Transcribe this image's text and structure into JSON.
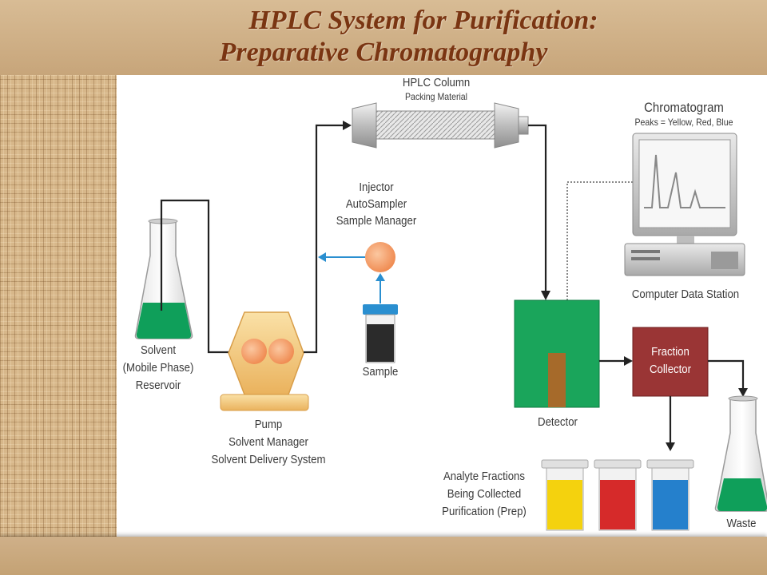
{
  "title": {
    "line1": "HPLC System for Purification:",
    "line2": "Preparative Chromatography"
  },
  "labels": {
    "column_title": "HPLC Column",
    "column_sub": "Packing Material",
    "chromatogram_title": "Chromatogram",
    "chromatogram_sub": "Peaks = Yellow, Red, Blue",
    "injector_line1": "Injector",
    "injector_line2": "AutoSampler",
    "injector_line3": "Sample Manager",
    "solvent_line1": "Solvent",
    "solvent_line2": "(Mobile Phase)",
    "solvent_line3": "Reservoir",
    "sample": "Sample",
    "pump_line1": "Pump",
    "pump_line2": "Solvent Manager",
    "pump_line3": "Solvent Delivery System",
    "computer": "Computer Data Station",
    "detector": "Detector",
    "fraction_line1": "Fraction",
    "fraction_line2": "Collector",
    "analyte_line1": "Analyte Fractions",
    "analyte_line2": "Being Collected",
    "analyte_line3": "Purification (Prep)",
    "waste": "Waste"
  },
  "colors": {
    "title_text": "#7a3512",
    "solvent_green": "#0f9f5a",
    "detector_green": "#1aa55b",
    "fraction_box": "#9a3535",
    "pump_orange": "#f3c17a",
    "sample_blue": "#2a8fd0",
    "vial_yellow": "#f4d20e",
    "vial_red": "#d62a2a",
    "vial_blue": "#2580cc"
  }
}
